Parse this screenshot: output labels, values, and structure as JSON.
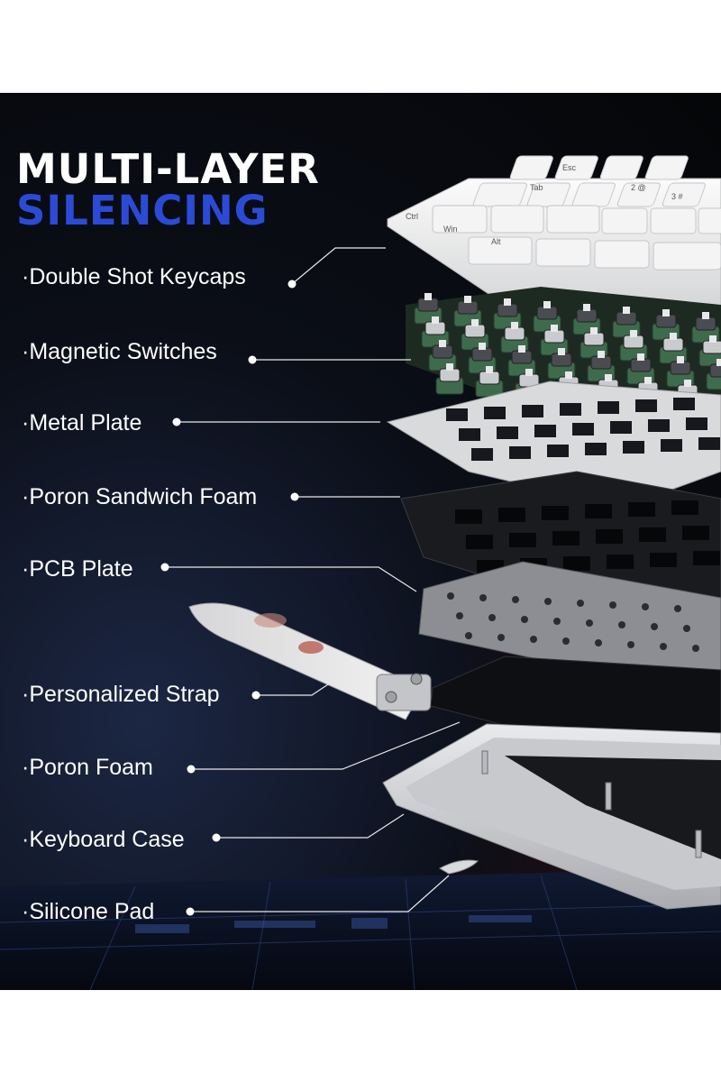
{
  "title": {
    "line1": "MULTI-LAYER",
    "line2": "SILENCING"
  },
  "colors": {
    "background": "#06080d",
    "title_primary": "#ffffff",
    "title_accent": "#2b4bd6",
    "label_text": "#ffffff"
  },
  "layers": [
    {
      "label": "·Double Shot Keycaps"
    },
    {
      "label": "·Magnetic Switches"
    },
    {
      "label": "·Metal Plate"
    },
    {
      "label": "·Poron Sandwich Foam"
    },
    {
      "label": "·PCB Plate"
    },
    {
      "label": "·Personalized Strap"
    },
    {
      "label": "·Poron Foam"
    },
    {
      "label": "·Keyboard Case"
    },
    {
      "label": "·Silicone Pad"
    }
  ],
  "keycap_legends": [
    "Esc",
    "Tab",
    "Ctrl",
    "Win",
    "Alt",
    "2 @",
    "3 #"
  ]
}
